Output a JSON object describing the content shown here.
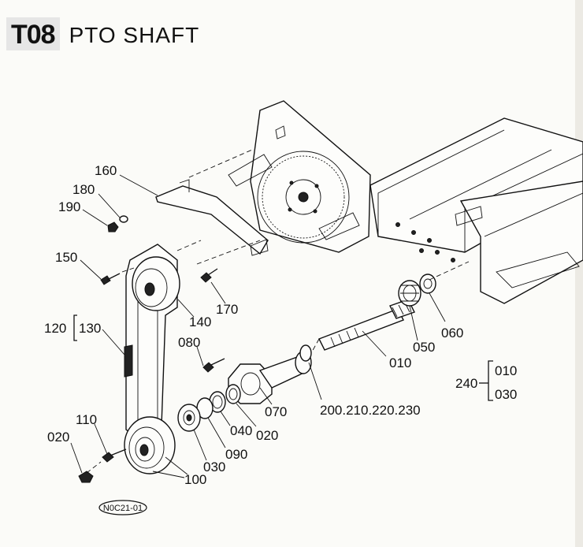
{
  "header": {
    "code": "T08",
    "title": "PTO SHAFT"
  },
  "callouts": {
    "c160": "160",
    "c180": "180",
    "c190": "190",
    "c150": "150",
    "c170": "170",
    "c140": "140",
    "c120": "120",
    "c130": "130",
    "c080": "080",
    "c010": "010",
    "c050": "050",
    "c060": "060",
    "c070": "070",
    "c200": "200.210.220.230",
    "c110": "110",
    "c020a": "020",
    "c020b": "020",
    "c040": "040",
    "c090": "090",
    "c030": "030",
    "c100": "100"
  },
  "assembly": {
    "number": "240",
    "items": [
      "010",
      "030"
    ]
  },
  "drawing_ref": "N0C21-01"
}
